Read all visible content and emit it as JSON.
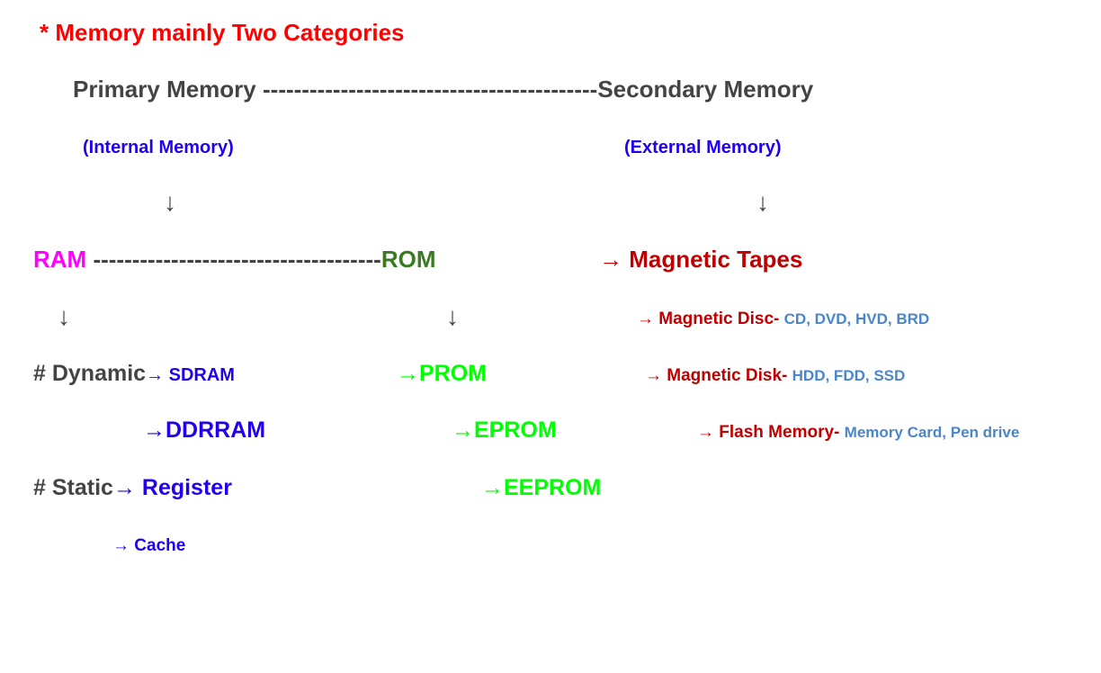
{
  "title": "* Memory mainly Two Categories",
  "top_row": {
    "primary": "Primary Memory",
    "dashes": "-------------------------------------------",
    "secondary": "Secondary Memory"
  },
  "internal_label": "(Internal Memory)",
  "external_label": "(External Memory)",
  "down_arrow": "↓",
  "ram_rom_row": {
    "ram": "RAM",
    "dashes": "-------------------------------------",
    "rom": "ROM"
  },
  "secondary_items": [
    {
      "arrow": "→",
      "name": "Magnetic Tapes",
      "examples": ""
    },
    {
      "arrow": "→",
      "name": "Magnetic Disc-",
      "examples": "CD, DVD, HVD, BRD"
    },
    {
      "arrow": "→",
      "name": "Magnetic Disk-",
      "examples": "HDD, FDD, SSD"
    },
    {
      "arrow": "→",
      "name": "Flash Memory-",
      "examples": "Memory Card, Pen drive"
    }
  ],
  "ram_types": {
    "dynamic_label": "# Dynamic",
    "dynamic_items": [
      "→ SDRAM",
      "→DDRRAM"
    ],
    "static_label": "# Static",
    "static_items": [
      "→ Register",
      "→ Cache"
    ]
  },
  "rom_types": [
    "→PROM",
    "→EPROM",
    "→EEPROM"
  ],
  "colors": {
    "title": "#ff0000",
    "heading": "#444444",
    "subheading": "#2200ee",
    "ram": "#ff00ff",
    "rom": "#3a7a22",
    "rom_types": "#00ff00",
    "secondary_items": "#c00000",
    "examples": "#4a86c8"
  }
}
